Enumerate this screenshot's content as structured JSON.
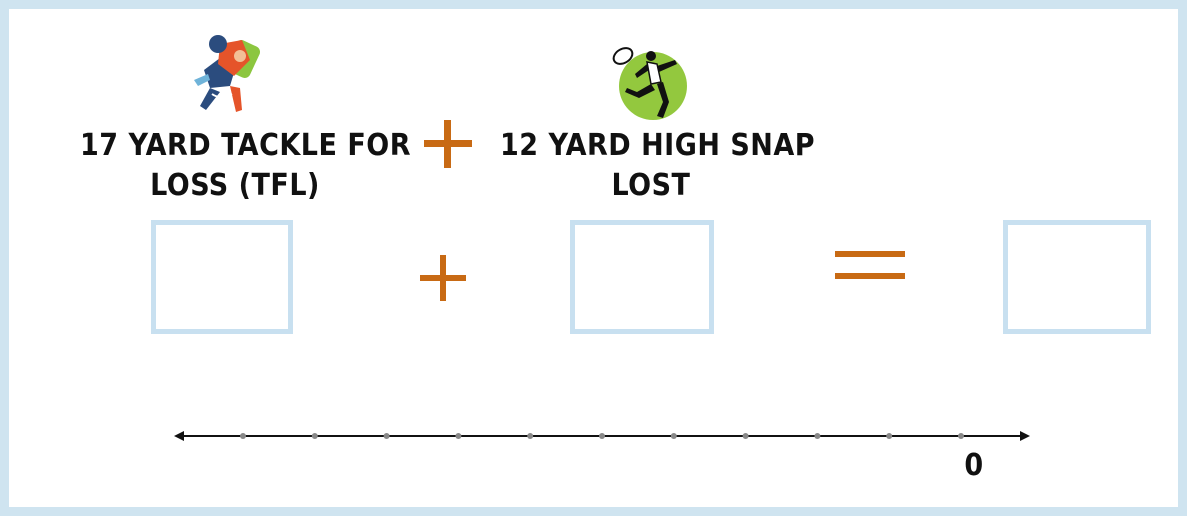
{
  "problem": {
    "term1": {
      "line1": "17 YARD TACKLE FOR",
      "line2": "LOSS (TFL)",
      "icon": "football-tackle-icon"
    },
    "term2": {
      "line1": "12 YARD HIGH SNAP",
      "line2": "LOST",
      "icon": "rugby-kicker-icon"
    }
  },
  "number_line": {
    "ticks": 11,
    "zero_label": "0"
  },
  "colors": {
    "frame": "#cfe4f0",
    "box_border": "#c8e0f0",
    "operator": "#c86a14",
    "text": "#111111"
  }
}
